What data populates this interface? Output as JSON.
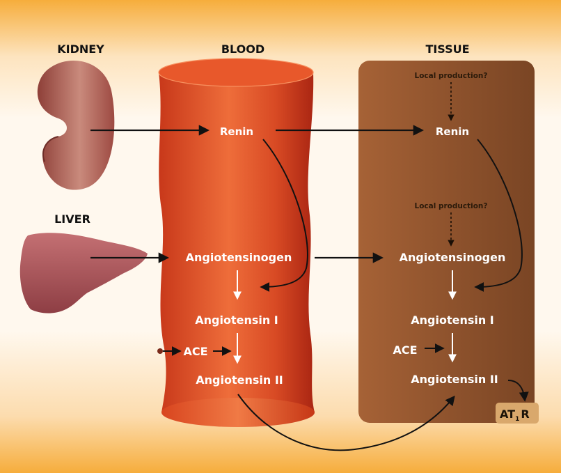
{
  "headers": {
    "kidney": "KIDNEY",
    "blood": "BLOOD",
    "tissue": "TISSUE",
    "liver": "LIVER"
  },
  "blood": {
    "renin": "Renin",
    "angiotensinogen": "Angiotensinogen",
    "angiotensin1": "Angiotensin I",
    "ace": "ACE",
    "angiotensin2": "Angiotensin II"
  },
  "tissue": {
    "local_production_1": "Local production?",
    "local_production_2": "Local production?",
    "renin": "Renin",
    "angiotensinogen": "Angiotensinogen",
    "angiotensin1": "Angiotensin I",
    "ace": "ACE",
    "angiotensin2": "Angiotensin II",
    "receptor_main": "AT",
    "receptor_sub": "1",
    "receptor_end": "R"
  },
  "colors": {
    "background_top": "#f6ad3c",
    "background_mid": "#fff7ec",
    "vessel": "#e5562a",
    "vessel_dark": "#b72b14",
    "tissue": "#91542c",
    "receptor": "#d9a86c",
    "kidney": "#a9544c",
    "liver": "#b25a5d"
  }
}
